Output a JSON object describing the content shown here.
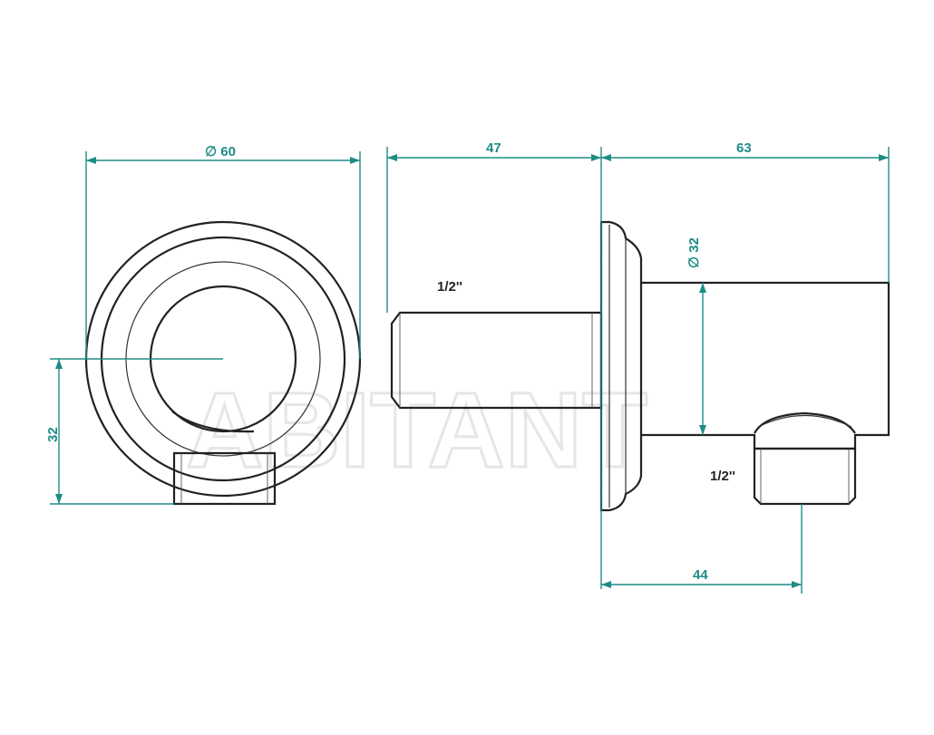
{
  "watermark": "ABITANT",
  "dimensions": {
    "front_diameter": "∅ 60",
    "front_height": "32",
    "side_length_left": "47",
    "side_length_right": "63",
    "side_diameter": "∅ 32",
    "side_offset": "44"
  },
  "thread_labels": {
    "inlet": "1/2''",
    "outlet": "1/2''"
  },
  "colors": {
    "dimension_lines": "#1e8c86",
    "object_lines": "#222222",
    "watermark": "#e6e6e6"
  }
}
